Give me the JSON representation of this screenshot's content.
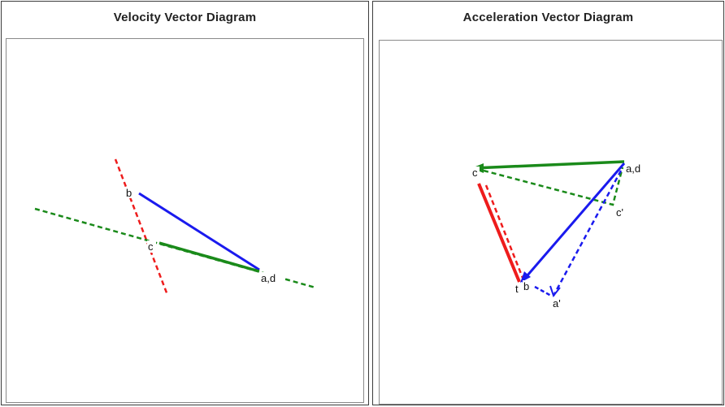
{
  "velocity_panel": {
    "title": "Velocity Vector Diagram",
    "labels": {
      "b": "b",
      "c": "c",
      "ad": "a,d"
    }
  },
  "acceleration_panel": {
    "title": "Acceleration Vector Diagram",
    "labels": {
      "c": "c",
      "c_prime": "c'",
      "ad": "a,d",
      "t": "t",
      "b": "b",
      "a_prime": "a'"
    }
  },
  "colors": {
    "red": "#ee1c1c",
    "blue": "#1a1aee",
    "green": "#1a8a1a",
    "frame": "#3c3c3c",
    "plot_border": "#8a8a8a"
  }
}
